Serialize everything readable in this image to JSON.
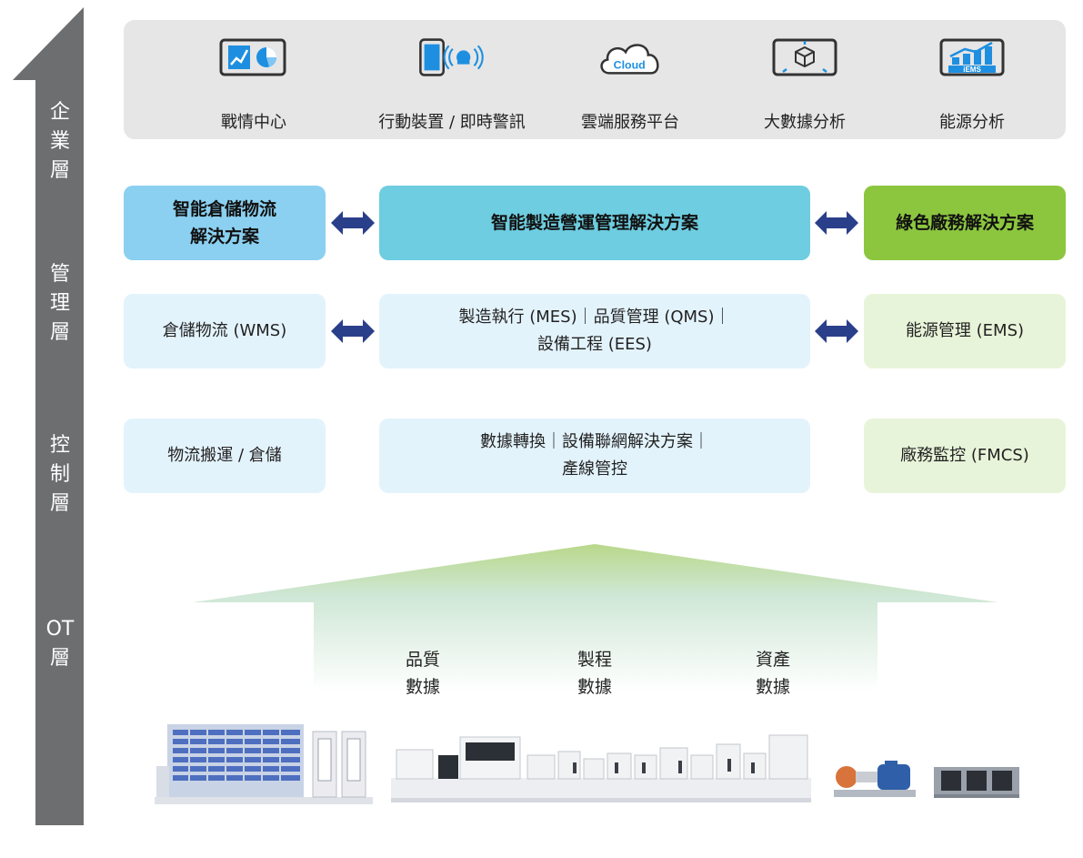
{
  "layers": [
    {
      "label": "企\n業\n層"
    },
    {
      "label": "管\n理\n層"
    },
    {
      "label": "控\n制\n層"
    },
    {
      "label": "OT\n層"
    }
  ],
  "top_items": [
    {
      "label": "戰情中心",
      "icon": "dashboard-chart-icon"
    },
    {
      "label": "行動裝置 / 即時警訊",
      "icon": "mobile-alarm-icon"
    },
    {
      "label": "雲端服務平台",
      "icon": "cloud-icon",
      "icon_text": "Cloud"
    },
    {
      "label": "大數據分析",
      "icon": "big-data-cube-icon"
    },
    {
      "label": "能源分析",
      "icon": "iems-chart-icon",
      "icon_text": "iEMS"
    }
  ],
  "management": {
    "left": "智能倉儲物流\n解決方案",
    "center": "智能製造營運管理解決方案",
    "right": "綠色廠務解決方案"
  },
  "mes_row": {
    "left": "倉儲物流 (WMS)",
    "center": "製造執行 (MES)｜品質管理 (QMS)｜\n設備工程 (EES)",
    "right": "能源管理 (EMS)"
  },
  "control_row": {
    "left": "物流搬運 / 倉儲",
    "center": "數據轉換｜設備聯網解決方案｜\n產線管控",
    "right": "廠務監控 (FMCS)"
  },
  "data_labels": [
    "品質\n數據",
    "製程\n數據",
    "資產\n數據"
  ],
  "colors": {
    "layer_arrow": "#6d6e70",
    "top_band": "#e6e6e6",
    "icon_blue": "#1e8fe0",
    "double_arrow": "#2a3f8a",
    "smart_warehouse": "#8bd0f0",
    "smart_manufacturing": "#6ecde0",
    "green_facility": "#8cc63f",
    "light_blue_box": "#e3f3fc",
    "light_green_box": "#e8f4d9"
  }
}
